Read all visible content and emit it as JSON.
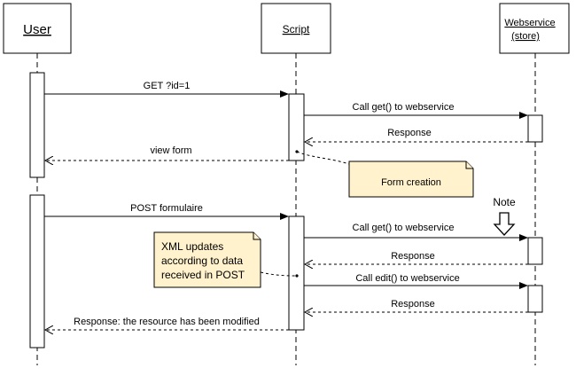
{
  "participants": {
    "user": {
      "label": "User"
    },
    "script": {
      "label": "Script"
    },
    "webservice": {
      "label_line1": "Webservice",
      "label_line2": "(store)"
    }
  },
  "messages": [
    {
      "label": "GET ?id=1",
      "from": "user",
      "to": "script",
      "style": "solid"
    },
    {
      "label": "Call get() to webservice",
      "from": "script",
      "to": "webservice",
      "style": "solid"
    },
    {
      "label": "Response",
      "from": "webservice",
      "to": "script",
      "style": "dashed"
    },
    {
      "label": "view form",
      "from": "script",
      "to": "user",
      "style": "dashed"
    },
    {
      "label": "POST formulaire",
      "from": "user",
      "to": "script",
      "style": "solid"
    },
    {
      "label": "Call get() to webservice",
      "from": "script",
      "to": "webservice",
      "style": "solid"
    },
    {
      "label": "Response",
      "from": "webservice",
      "to": "script",
      "style": "dashed"
    },
    {
      "label": "Call edit() to webservice",
      "from": "script",
      "to": "webservice",
      "style": "solid"
    },
    {
      "label": "Response",
      "from": "webservice",
      "to": "script",
      "style": "dashed"
    },
    {
      "label": "Response: the resource has been modified",
      "from": "script",
      "to": "user",
      "style": "dashed"
    }
  ],
  "notes": {
    "form_creation": {
      "text": "Form creation"
    },
    "xml_updates": {
      "line1": "XML updates",
      "line2": "according to data",
      "line3": "received in POST"
    },
    "note_marker": {
      "text": "Note"
    }
  },
  "colors": {
    "note_fill": "#fff2cc",
    "line": "#000000",
    "background": "#ffffff"
  }
}
